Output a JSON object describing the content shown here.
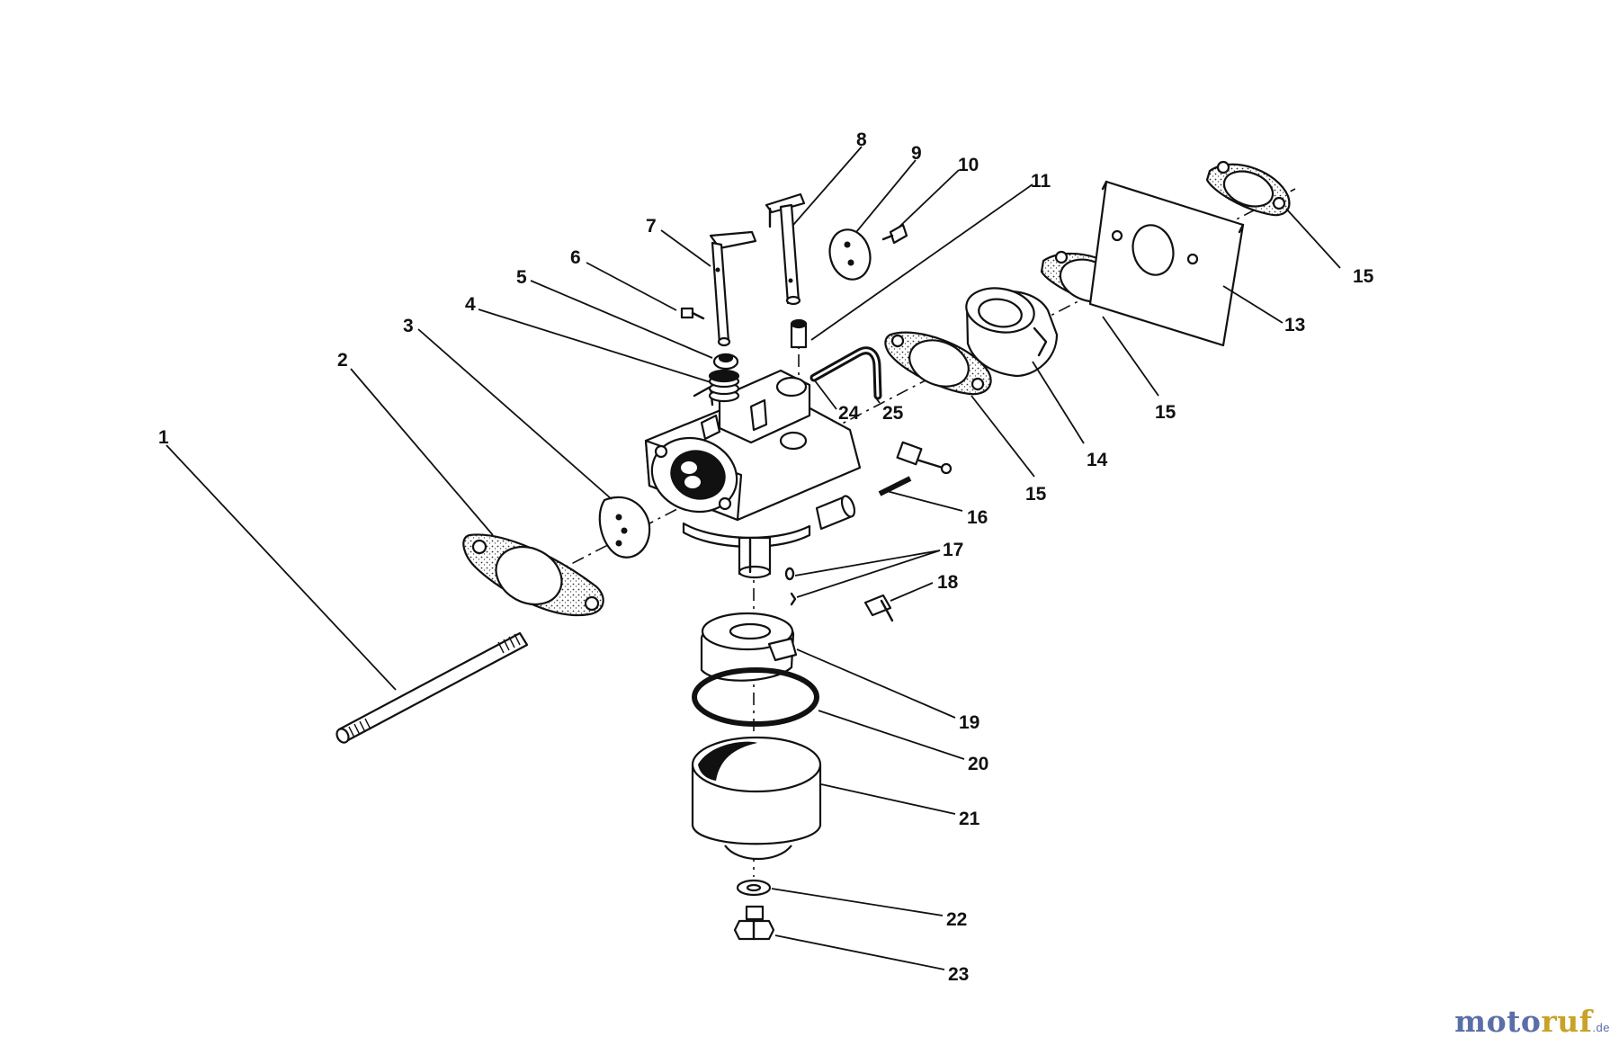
{
  "diagram": {
    "callouts": [
      {
        "id": "c1",
        "label": "1"
      },
      {
        "id": "c2",
        "label": "2"
      },
      {
        "id": "c3",
        "label": "3"
      },
      {
        "id": "c4",
        "label": "4"
      },
      {
        "id": "c5",
        "label": "5"
      },
      {
        "id": "c6",
        "label": "6"
      },
      {
        "id": "c7",
        "label": "7"
      },
      {
        "id": "c8",
        "label": "8"
      },
      {
        "id": "c9",
        "label": "9"
      },
      {
        "id": "c10",
        "label": "10"
      },
      {
        "id": "c11",
        "label": "11"
      },
      {
        "id": "c13",
        "label": "13"
      },
      {
        "id": "c14",
        "label": "14"
      },
      {
        "id": "c15a",
        "label": "15"
      },
      {
        "id": "c15b",
        "label": "15"
      },
      {
        "id": "c15c",
        "label": "15"
      },
      {
        "id": "c16",
        "label": "16"
      },
      {
        "id": "c17",
        "label": "17"
      },
      {
        "id": "c18",
        "label": "18"
      },
      {
        "id": "c19",
        "label": "19"
      },
      {
        "id": "c20",
        "label": "20"
      },
      {
        "id": "c21",
        "label": "21"
      },
      {
        "id": "c22",
        "label": "22"
      },
      {
        "id": "c23",
        "label": "23"
      },
      {
        "id": "c24",
        "label": "24"
      },
      {
        "id": "c25",
        "label": "25"
      }
    ]
  },
  "watermark": {
    "part1": "moto",
    "part2": "ruf",
    "tld": ".de",
    "colors": {
      "part1": "#5a6fa8",
      "part2": "#c9a227"
    }
  }
}
